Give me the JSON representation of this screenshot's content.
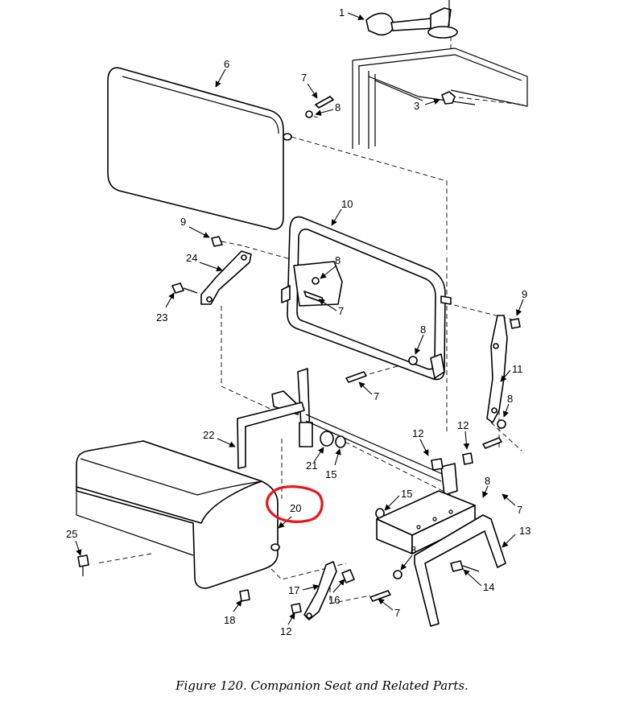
{
  "figure": {
    "caption": "Figure 120.  Companion Seat and Related Parts.",
    "callouts": [
      "1",
      "3",
      "6",
      "7",
      "8",
      "9",
      "10",
      "7",
      "8",
      "24",
      "23",
      "9",
      "8",
      "11",
      "7",
      "8",
      "22",
      "12",
      "12",
      "21",
      "15",
      "8",
      "7",
      "15",
      "20",
      "13",
      "25",
      "8",
      "14",
      "17",
      "16",
      "18",
      "12",
      "7"
    ],
    "highlight": {
      "label": "20",
      "color": "#e8141c"
    }
  }
}
